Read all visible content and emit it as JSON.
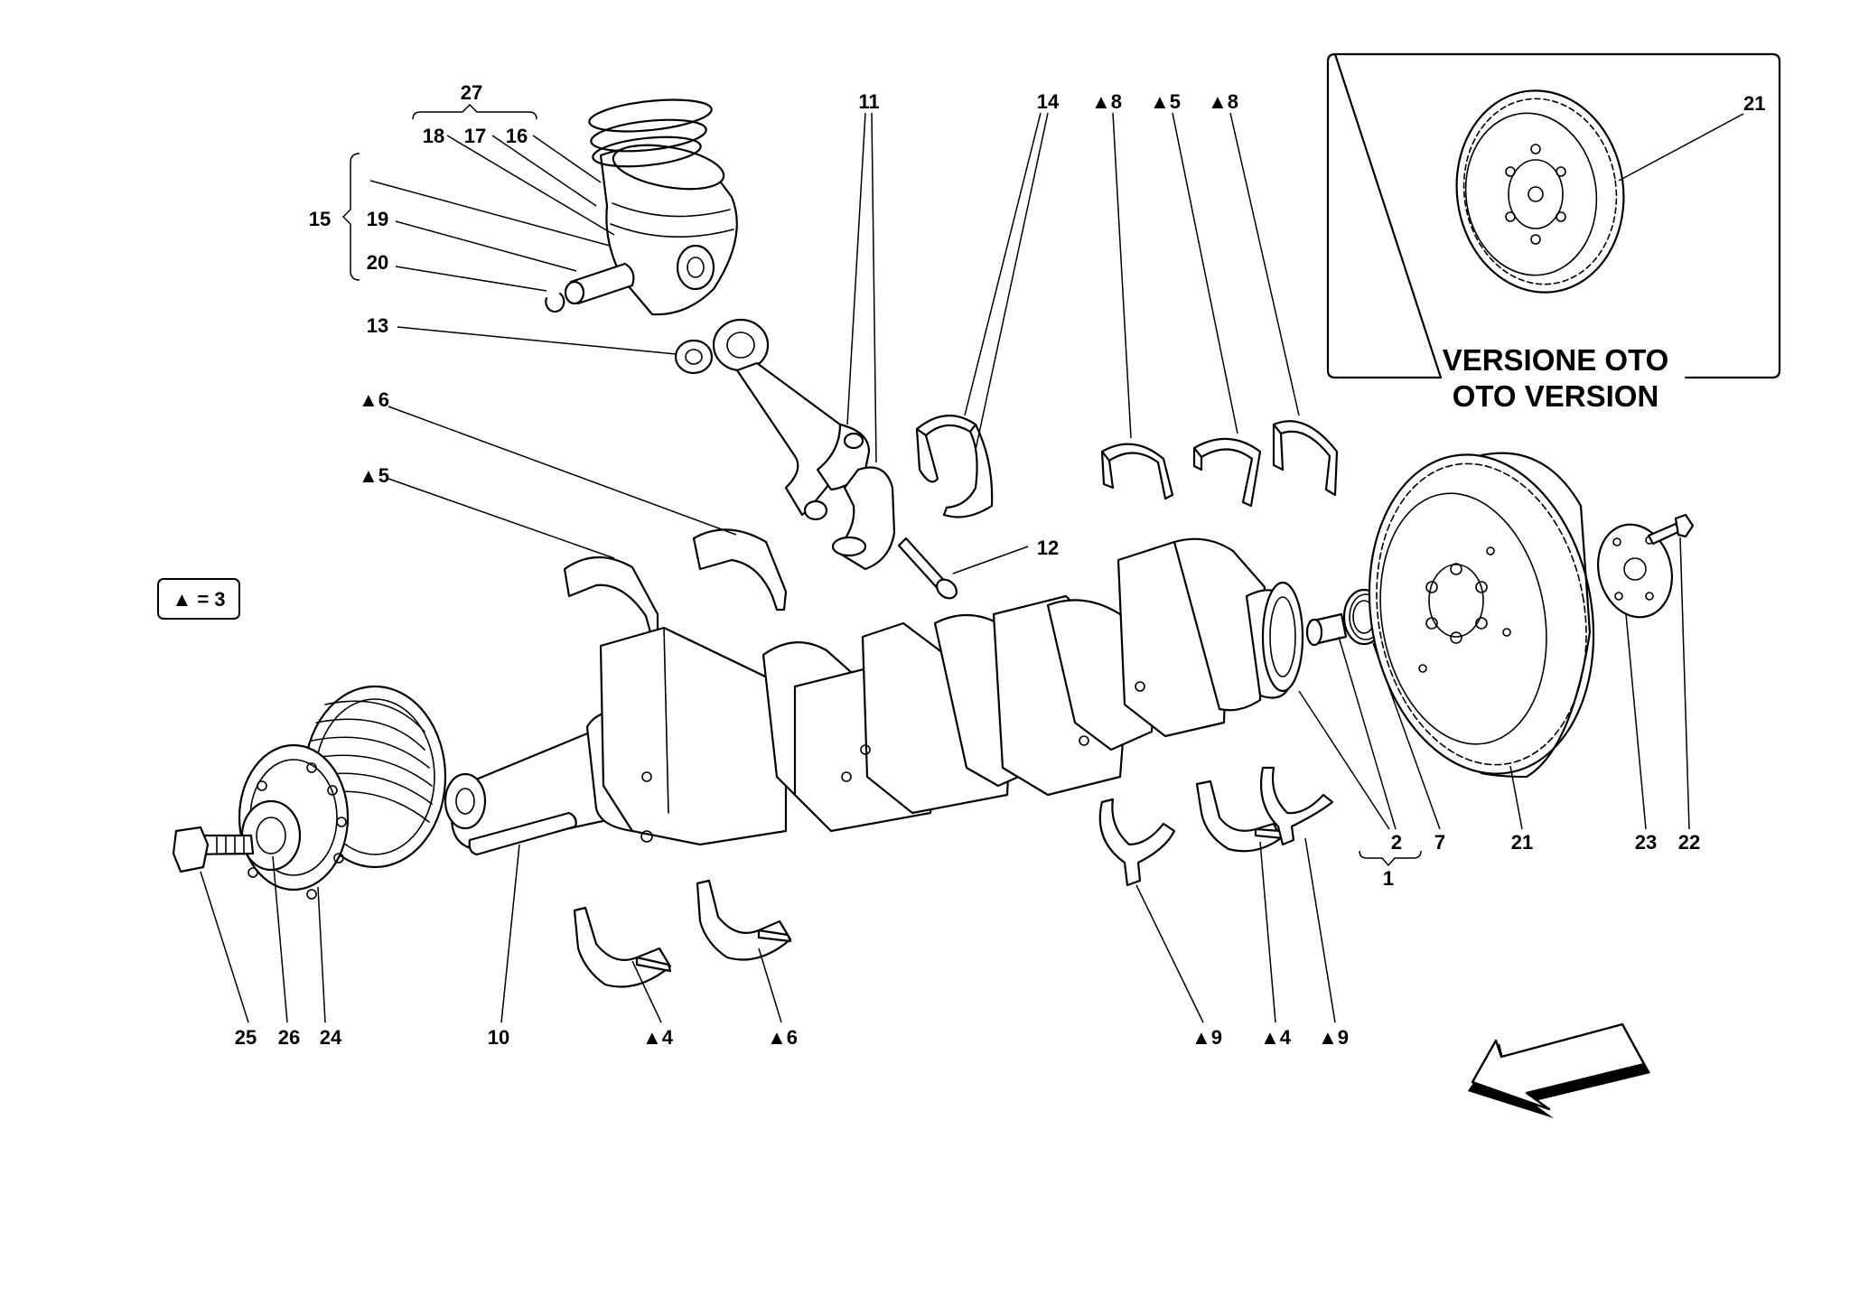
{
  "legend": {
    "text": "▲ = 3"
  },
  "inset": {
    "line1": "VERSIONE OTO",
    "line2": "OTO VERSION",
    "part_label": "21"
  },
  "labels": {
    "l27": "27",
    "l18": "18",
    "l17": "17",
    "l16": "16",
    "l15": "15",
    "l19": "19",
    "l20": "20",
    "l13": "13",
    "l11": "11",
    "l14": "14",
    "l8a": "▲8",
    "l5a": "▲5",
    "l8b": "▲8",
    "l6a": "▲6",
    "l5b": "▲5",
    "l12": "12",
    "l25": "25",
    "l26": "26",
    "l24": "24",
    "l10": "10",
    "l4a": "▲4",
    "l6b": "▲6",
    "l9a": "▲9",
    "l4b": "▲4",
    "l9b": "▲9",
    "l2": "2",
    "l1": "1",
    "l7": "7",
    "l21": "21",
    "l23": "23",
    "l22": "22"
  },
  "icons": {
    "direction": "direction-arrow-icon"
  },
  "colors": {
    "line": "#000000",
    "background": "#ffffff"
  }
}
